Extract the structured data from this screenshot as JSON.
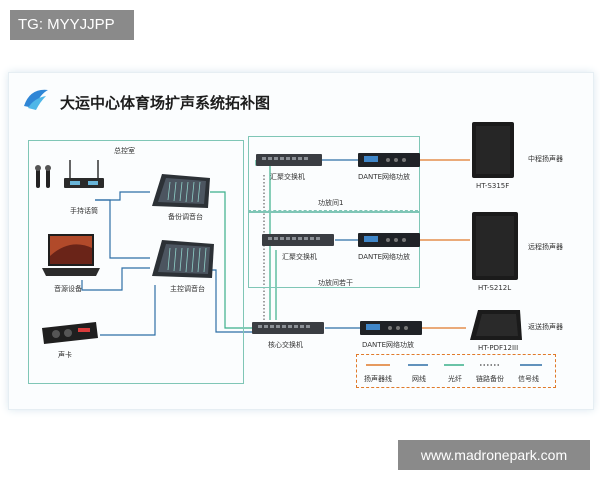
{
  "watermarks": {
    "top_left": "TG: MYYJJPP",
    "bottom_right": "www.madronepark.com"
  },
  "title": "大运中心体育场扩声系统拓补图",
  "control_room": {
    "label": "总控室",
    "mic": "手持话筒",
    "backup_console": "备份调音台",
    "main_console": "主控调音台",
    "source": "音源设备",
    "sound_card": "声卡"
  },
  "rows": [
    {
      "switch": "汇聚交换机",
      "amp": "DANTE网络功放",
      "room": "功放间1",
      "speaker_model": "HT-S315F",
      "speaker_role": "中程扬声器"
    },
    {
      "switch": "汇聚交换机",
      "amp": "DANTE网络功放",
      "room": "功放间若干",
      "speaker_model": "HT-S212L",
      "speaker_role": "远程扬声器"
    },
    {
      "switch": "核心交换机",
      "amp": "DANTE网络功放",
      "room": "",
      "speaker_model": "HT-PDF12III",
      "speaker_role": "返送扬声器"
    }
  ],
  "legend": [
    {
      "label": "扬声器线",
      "color": "#e07a2a",
      "style": "solid"
    },
    {
      "label": "网线",
      "color": "#2e6fa6",
      "style": "solid"
    },
    {
      "label": "光纤",
      "color": "#3bb08a",
      "style": "solid"
    },
    {
      "label": "链路备份",
      "color": "#444444",
      "style": "dotted"
    },
    {
      "label": "信号线",
      "color": "#2e6fa6",
      "style": "solid"
    }
  ],
  "colors": {
    "box_border": "#7fc6b6",
    "orange_line": "#e07a2a",
    "blue_line": "#2e6fa6",
    "green_line": "#3bb08a"
  }
}
